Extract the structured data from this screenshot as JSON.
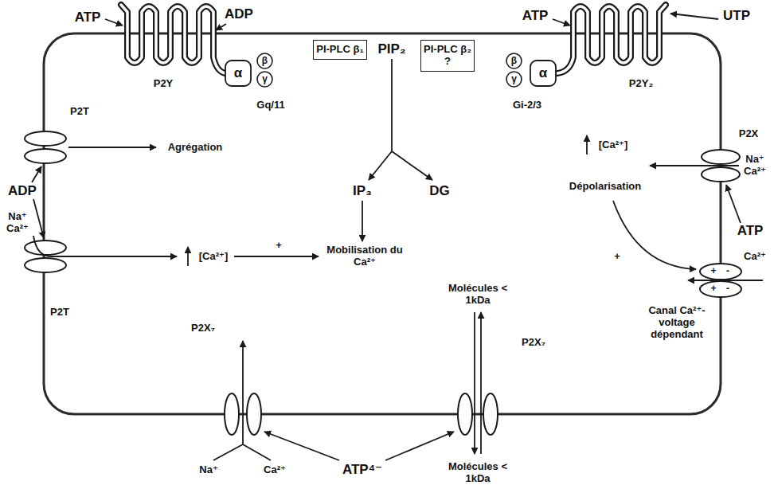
{
  "diagram": {
    "nodes": [
      {
        "text": [
          "α"
        ]
      },
      {
        "text": [
          "β"
        ]
      },
      {
        "text": [
          "γ"
        ]
      },
      {
        "text": [
          "PI-PLC β₁"
        ]
      },
      {
        "text": [
          "PI-PLC β₂ ?"
        ]
      },
      {
        "text": [
          "β"
        ]
      },
      {
        "text": [
          "γ"
        ]
      },
      {
        "text": [
          "α"
        ]
      }
    ],
    "labels": [
      "ATP",
      "ADP",
      "ATP",
      "UTP",
      "P2Y",
      "PIP₂",
      "Gq/11",
      "Gi-2/3",
      "P2Y₂",
      "P2T",
      "P2X",
      "[Ca²⁺]",
      "Agrégation",
      "Na⁺ Ca²⁺",
      "Dépolarisation",
      "IP₃",
      "DG",
      "ADP",
      "Na⁺ Ca²⁺",
      "ATP",
      "+",
      "[Ca²⁺]",
      "Mobilisation du Ca²⁺",
      "+",
      "Ca²⁺",
      "+",
      "-",
      "+",
      "-",
      "Molécules < 1kDa",
      "P2T",
      "Canal Ca²⁺-voltage dépendant",
      "P2X₇",
      "P2X₇",
      "Na⁺",
      "Ca²⁺",
      "ATP⁴⁻",
      "Molécules < 1kDa"
    ]
  }
}
